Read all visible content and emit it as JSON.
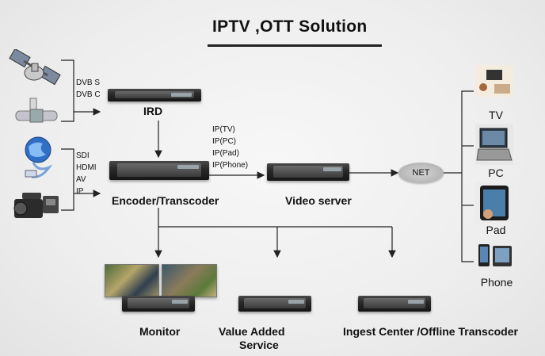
{
  "title": "IPTV ,OTT  Solution",
  "sources": {
    "satellite_labels": [
      "DVB S",
      "DVB C"
    ],
    "input_labels": [
      "SDI",
      "HDMI",
      "AV",
      "IP"
    ]
  },
  "nodes": {
    "ird": "IRD",
    "encoder": "Encoder/Transcoder",
    "video_server": "Video server",
    "net": "NET",
    "monitor": "Monitor",
    "value_added": "Value Added",
    "value_added_2": "Service",
    "ingest": "Ingest Center  /Offline Transcoder"
  },
  "streams": [
    "IP(TV)",
    "IP(PC)",
    "IP(Pad)",
    "IP(Phone)"
  ],
  "devices": [
    "TV",
    "PC",
    "Pad",
    "Phone"
  ],
  "icons": [
    "satellite-icon",
    "cable-splitter-icon",
    "globe-network-icon",
    "video-camera-icon",
    "tv-icon",
    "pc-icon",
    "pad-icon",
    "phone-icon"
  ]
}
